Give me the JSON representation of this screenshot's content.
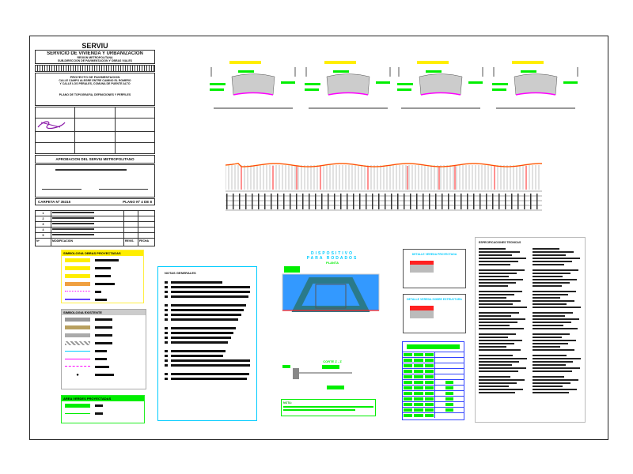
{
  "title_block": {
    "agency": "SERVIU",
    "service": "SERVICIO DE VIVIENDA Y URBANIZACION",
    "region": "REGION METROPOLITANA",
    "subdivision": "SUB-DIRECCION DE PAVIMENTACION Y OBRAS VIALES",
    "project_label": "PROYECTO DE PAVIMENTACION",
    "project_desc_1": "CALLE CAMPO ALEGRE ENTRE CAMINO EL ROMERO",
    "project_desc_2": "Y CALLE LOS PERALES, COMUNA DE PUENTE ALTO",
    "sheet_title": "PLANO DE TOPOGRAFIA, DEFINICIONES Y PERFILES",
    "approval": "APROBACION DEL SERVIU METROPOLITANO",
    "folder": "CARPETA Nº 35315",
    "sheet_no": "PLANO Nº 4 DE 8",
    "mods_header": [
      "Nº",
      "MODIFICACION",
      "REVIS.",
      "FECHA"
    ],
    "mod_rows": [
      "1",
      "2",
      "3",
      "4",
      "5"
    ]
  },
  "sections": {
    "title": "PERFIL TIPO CALLE"
  },
  "legend": {
    "proj_title": "SIMBOLOGIA OBRAS PROYECTADAS",
    "exist_title": "SIMBOLOGIA EXISTENTE",
    "green_title": "AREA VERDES PROYECTADAS"
  },
  "notes": {
    "title": "NOTAS GENERALES"
  },
  "device": {
    "title_1": "DISPOSITIVO",
    "title_2": "PARA RODADOS",
    "plan": "PLANTA",
    "cut": "CORTE Z - Z",
    "note": "NOTA:"
  },
  "details": {
    "d1": "DETALLE VEREDA PROYECTADA",
    "d2": "DETALLE VEREDA SOBRE ESTRUCTURA"
  },
  "right_notes": {
    "title": "ESPECIFICACIONES TECNICAS"
  },
  "colors": {
    "green": "#00ee00",
    "yellow": "#ffee00",
    "red": "#ff2020",
    "blue": "#2233ff",
    "cyan": "#00ccff",
    "magenta": "#ff00ff"
  }
}
